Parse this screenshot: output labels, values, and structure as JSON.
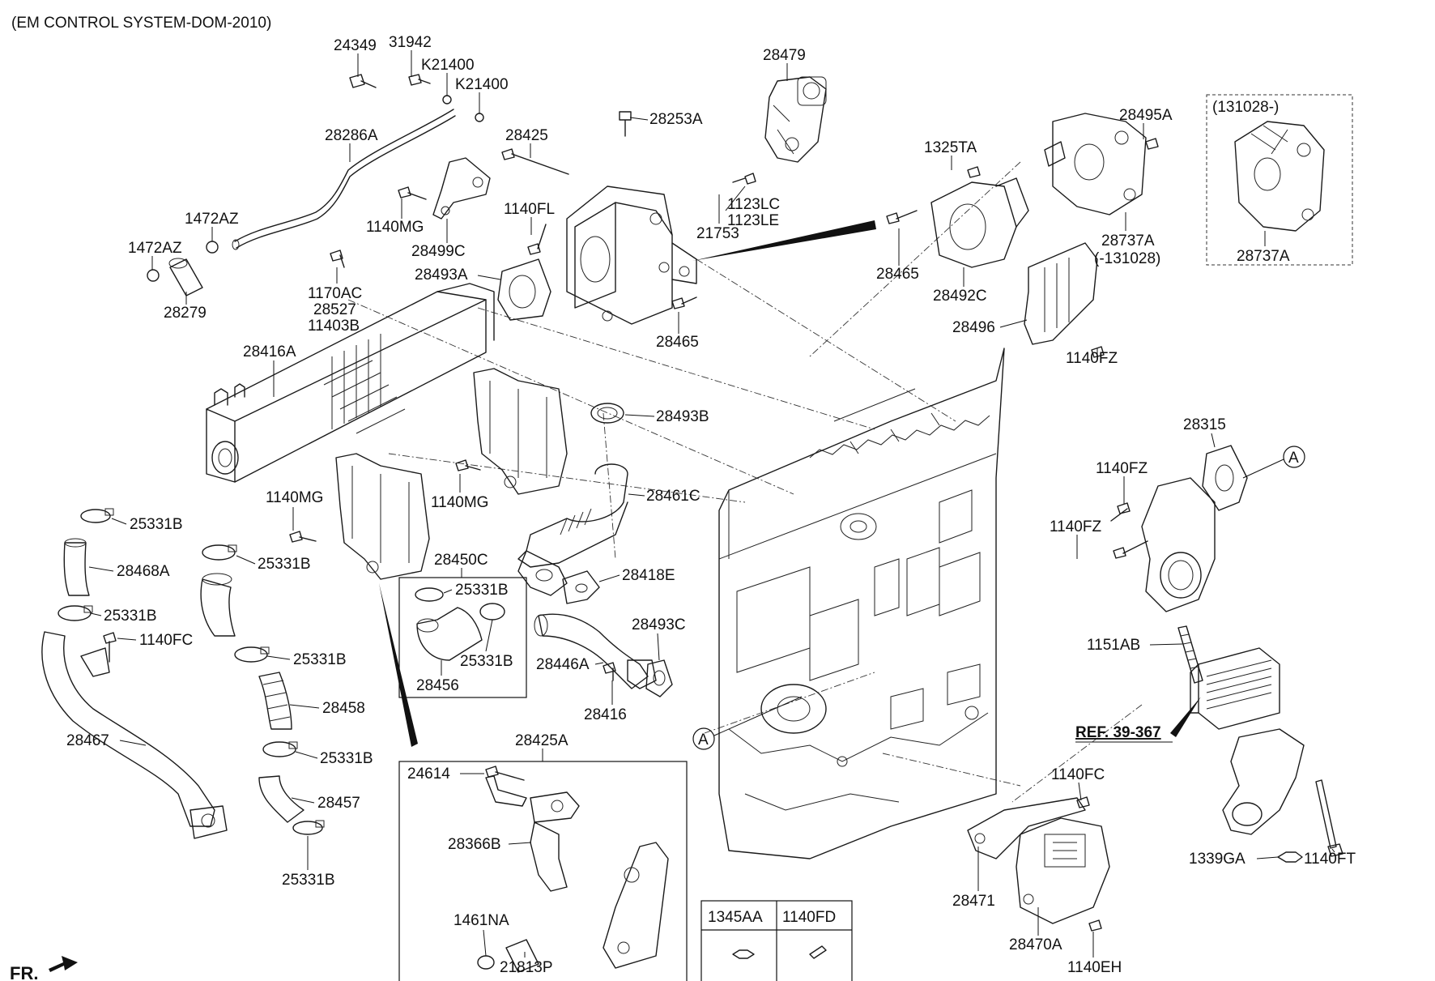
{
  "title": "(EM CONTROL SYSTEM-DOM-2010)",
  "front_marker": "FR.",
  "reference": "REF. 39-367",
  "callout_letter": "A",
  "variant_label": "(131028-)",
  "parts": {
    "p24349": "24349",
    "p31942": "31942",
    "pK21400a": "K21400",
    "pK21400b": "K21400",
    "p28479": "28479",
    "p28286A": "28286A",
    "p28425": "28425",
    "p28253A": "28253A",
    "p1472AZa": "1472AZ",
    "p1472AZb": "1472AZ",
    "p28279": "28279",
    "p1140MGa": "1140MG",
    "p28499C": "28499C",
    "p1140FL": "1140FL",
    "p1123LC": "1123LC",
    "p1123LE": "1123LE",
    "p21753": "21753",
    "p1325TA": "1325TA",
    "p28495A": "28495A",
    "p28737Aa": "28737A",
    "p28737Ab": "(-131028)",
    "p28737Ac": "28737A",
    "p28465a": "28465",
    "p28492C": "28492C",
    "p28496": "28496",
    "p1140FZa": "1140FZ",
    "p1170AC": "1170AC",
    "p28527": "28527",
    "p11403B": "11403B",
    "p28493A": "28493A",
    "p28465b": "28465",
    "p28416A": "28416A",
    "p28493B": "28493B",
    "p28461C": "28461C",
    "p1140MGb": "1140MG",
    "p1140MGc": "1140MG",
    "p25331Ba": "25331B",
    "p28468A": "28468A",
    "p25331Bb": "25331B",
    "p25331Bc": "25331B",
    "p1140FCa": "1140FC",
    "p28467": "28467",
    "p25331Bd": "25331B",
    "p28458": "28458",
    "p25331Be": "25331B",
    "p28457": "28457",
    "p25331Bf": "25331B",
    "p28450C": "28450C",
    "p25331Bg": "25331B",
    "p25331Bh": "25331B",
    "p28456": "28456",
    "p28418E": "28418E",
    "p28493C": "28493C",
    "p28446A": "28446A",
    "p28416": "28416",
    "p28425A": "28425A",
    "p24614": "24614",
    "p28366B": "28366B",
    "p1461NA": "1461NA",
    "p21813P": "21813P",
    "p1345AA": "1345AA",
    "p1140FD": "1140FD",
    "p28315": "28315",
    "p1140FZb": "1140FZ",
    "p1140FZc": "1140FZ",
    "p1151AB": "1151AB",
    "p1140FCb": "1140FC",
    "p28471": "28471",
    "p28470A": "28470A",
    "p1140EH": "1140EH",
    "p1339GA": "1339GA",
    "p1140FT": "1140FT"
  }
}
